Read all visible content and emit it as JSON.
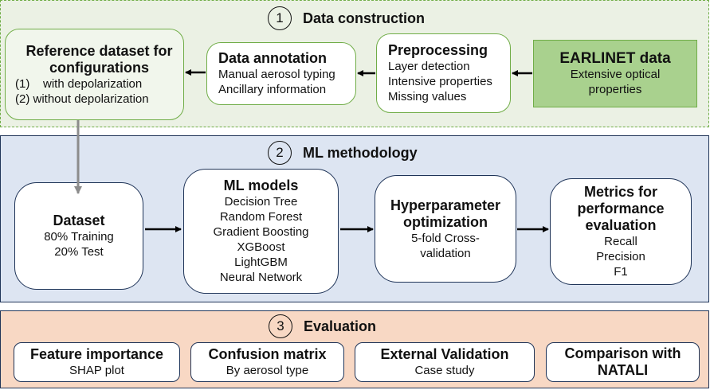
{
  "sections": [
    {
      "number": "1",
      "title": "Data construction",
      "color": "#ebf1e4",
      "border_color": "#70ad47",
      "boxes": [
        {
          "title": "Reference dataset for configurations",
          "title_lines": [
            "Reference dataset for",
            "configurations"
          ],
          "lines": [
            "(1)    with depolarization",
            "(2) without depolarization"
          ]
        },
        {
          "title": "Data annotation",
          "lines": [
            "Manual aerosol typing",
            "Ancillary information"
          ]
        },
        {
          "title": "Preprocessing",
          "lines": [
            "Layer detection",
            "Intensive properties",
            "Missing values"
          ]
        },
        {
          "title": "EARLINET data",
          "lines": [
            "Extensive optical",
            "properties"
          ],
          "fill": "#a9d18e"
        }
      ]
    },
    {
      "number": "2",
      "title": "ML methodology",
      "color": "#dde5f2",
      "border_color": "#1f3458",
      "boxes": [
        {
          "title": "Dataset",
          "lines": [
            "80% Training",
            "20% Test"
          ]
        },
        {
          "title": "ML models",
          "lines": [
            "Decision Tree",
            "Random Forest",
            "Gradient Boosting",
            "XGBoost",
            "LightGBM",
            "Neural Network"
          ]
        },
        {
          "title": "Hyperparameter optimization",
          "title_lines": [
            "Hyperparameter",
            "optimization"
          ],
          "lines": [
            "5-fold Cross-",
            "validation"
          ]
        },
        {
          "title": "Metrics for performance evaluation",
          "title_lines": [
            "Metrics for",
            "performance",
            "evaluation"
          ],
          "lines": [
            "Recall",
            "Precision",
            "F1"
          ]
        }
      ]
    },
    {
      "number": "3",
      "title": "Evaluation",
      "color": "#f8d8c4",
      "border_color": "#1f3458",
      "boxes": [
        {
          "title": "Feature importance",
          "lines": [
            "SHAP plot"
          ]
        },
        {
          "title": "Confusion matrix",
          "lines": [
            "By aerosol type"
          ]
        },
        {
          "title": "External Validation",
          "lines": [
            "Case study"
          ]
        },
        {
          "title": "Comparison with NATALI",
          "title_lines": [
            "Comparison with",
            "NATALI"
          ],
          "lines": []
        }
      ]
    }
  ]
}
